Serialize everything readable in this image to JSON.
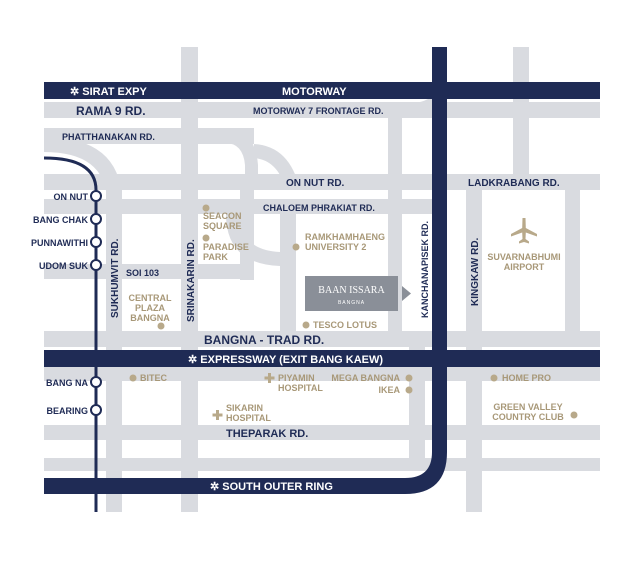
{
  "colors": {
    "road": "#d9dbe0",
    "highway": "#1f2b55",
    "highway_text": "#ffffff",
    "road_text": "#1f2b55",
    "poi_dot": "#b8a98a",
    "poi_text": "#a89878",
    "project_box": "#8a8f98",
    "project_text": "#ffffff",
    "background": "#ffffff"
  },
  "highways": {
    "sirat": "✲ SIRAT EXPY",
    "motorway": "MOTORWAY",
    "expressway": "✲ EXPRESSWAY (EXIT BANG KAEW)",
    "south_outer_ring": "✲ SOUTH OUTER RING"
  },
  "roads": {
    "rama9": "RAMA 9 RD.",
    "motorway7": "MOTORWAY 7 FRONTAGE RD.",
    "phatthanakan": "PHATTHANAKAN RD.",
    "on_nut": "ON NUT RD.",
    "ladkrabang": "LADKRABANG RD.",
    "chaloem": "CHALOEM PHRAKIAT RD.",
    "soi103": "SOI 103",
    "bangna_trad": "BANGNA - TRAD RD.",
    "theparak": "THEPARAK RD.",
    "sukhumvit": "SUKHUMVIT RD.",
    "srinakarin": "SRINAKARIN RD.",
    "kanchanapisek": "KANCHANAPISEK RD.",
    "kingkaw": "KINGKAW RD."
  },
  "stations": [
    {
      "name": "ON NUT",
      "icon": "bts-station-icon"
    },
    {
      "name": "BANG CHAK",
      "icon": "bts-station-icon"
    },
    {
      "name": "PUNNAWITHI",
      "icon": "bts-station-icon"
    },
    {
      "name": "UDOM SUK",
      "icon": "bts-station-icon"
    },
    {
      "name": "BANG NA",
      "icon": "bts-station-icon"
    },
    {
      "name": "BEARING",
      "icon": "bts-station-icon"
    }
  ],
  "pois": {
    "seacon": [
      "SEACON",
      "SQUARE"
    ],
    "paradise": [
      "PARADISE",
      "PARK"
    ],
    "ramkhamhaeng": [
      "RAMKHAMHAENG",
      "UNIVERSITY 2"
    ],
    "central": [
      "CENTRAL",
      "PLAZA",
      "BANGNA"
    ],
    "tesco": "TESCO LOTUS",
    "suvarnabhumi": [
      "SUVARNABHUMI",
      "AIRPORT"
    ],
    "bitec": "BITEC",
    "piyamin": [
      "PIYAMIN",
      "HOSPITAL"
    ],
    "mega_bangna": "MEGA BANGNA",
    "ikea": "IKEA",
    "home_pro": "HOME PRO",
    "sikarin": [
      "SIKARIN",
      "HOSPITAL"
    ],
    "green_valley": [
      "GREEN VALLEY",
      "COUNTRY CLUB"
    ]
  },
  "project": {
    "name": "BAAN ISSARA",
    "sub": "BANGNA"
  },
  "icons": {
    "airport": "airplane-icon",
    "hospital": "hospital-cross-icon",
    "project_pointer": "pointer-arrow-icon"
  }
}
